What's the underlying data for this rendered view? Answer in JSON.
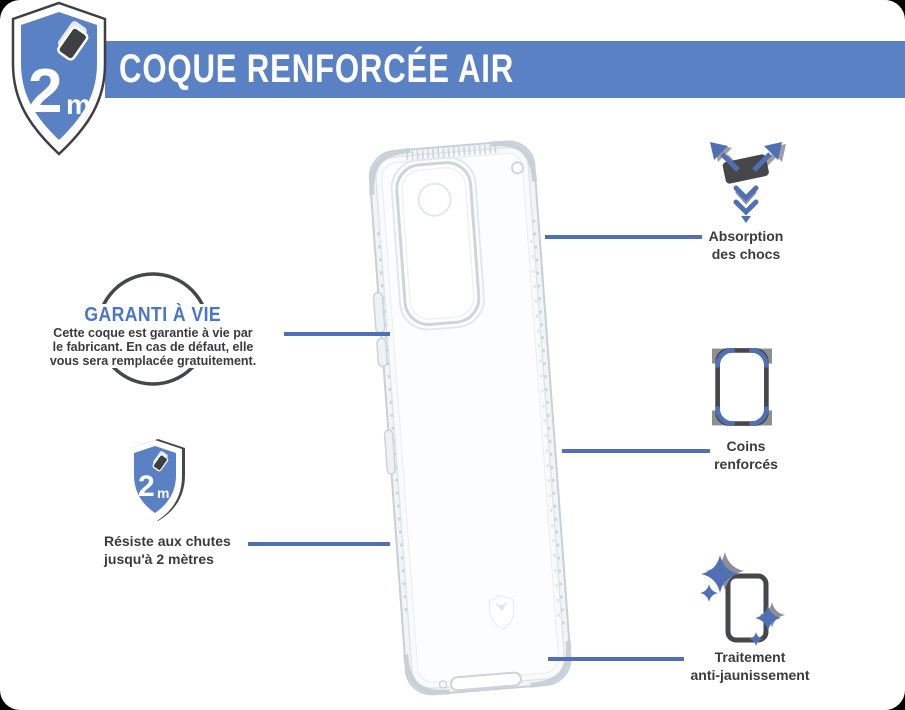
{
  "colors": {
    "banner": "#5b81c5",
    "accent": "#5070b5",
    "accent-text": "#4a74c8",
    "dark": "#3b3b3d",
    "icon-dark": "#46474b",
    "icon-gray": "#8e8f93",
    "canvas": "#ffffff"
  },
  "header": {
    "title": "COQUE RENFORCÉE AIR"
  },
  "badge_large": {
    "value": "2",
    "unit": "m"
  },
  "badge_small": {
    "value": "2",
    "unit": "m"
  },
  "warranty": {
    "title": "GARANTI À VIE",
    "line1": "Cette coque est garantie à vie par",
    "line2": "le fabricant. En cas de défaut, elle",
    "line3": "vous sera remplacée gratuitement."
  },
  "drop_resistance": {
    "line1": "Résiste aux chutes",
    "line2": "jusqu'à 2 mètres"
  },
  "shock_absorption": {
    "line1": "Absorption",
    "line2": "des chocs"
  },
  "reinforced_corners": {
    "line1": "Coins",
    "line2": "renforcés"
  },
  "anti_yellowing": {
    "line1": "Traitement",
    "line2": "anti-jaunissement"
  }
}
